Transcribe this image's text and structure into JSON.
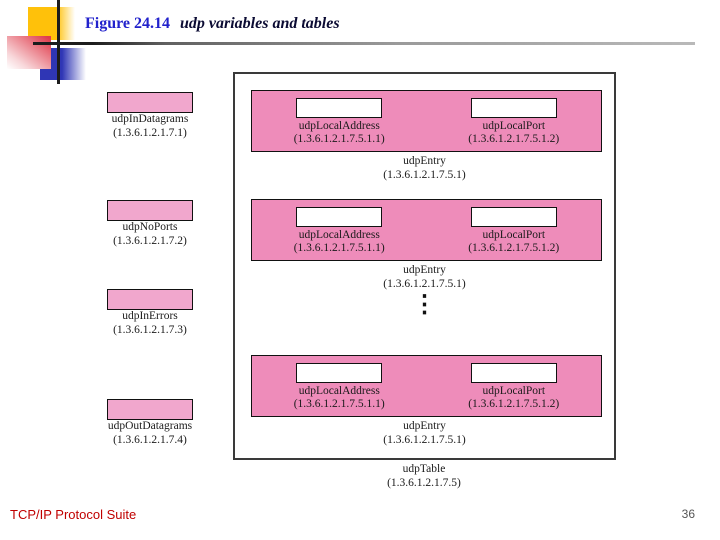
{
  "slide": {
    "figure_label": "Figure 24.14",
    "figure_title": "udp variables and tables",
    "footer": "TCP/IP Protocol Suite",
    "page_number": "36"
  },
  "variables": [
    {
      "name": "udpInDatagrams",
      "oid": "(1.3.6.1.2.1.7.1)"
    },
    {
      "name": "udpNoPorts",
      "oid": "(1.3.6.1.2.1.7.2)"
    },
    {
      "name": "udpInErrors",
      "oid": "(1.3.6.1.2.1.7.3)"
    },
    {
      "name": "udpOutDatagrams",
      "oid": "(1.3.6.1.2.1.7.4)"
    }
  ],
  "table": {
    "ellipsis": "⋮",
    "entries": [
      {
        "fields": [
          {
            "name": "udpLocalAddress",
            "oid": "(1.3.6.1.2.1.7.5.1.1)"
          },
          {
            "name": "udpLocalPort",
            "oid": "(1.3.6.1.2.1.7.5.1.2)"
          }
        ],
        "entry_name": "udpEntry",
        "entry_oid": "(1.3.6.1.2.1.7.5.1)"
      },
      {
        "fields": [
          {
            "name": "udpLocalAddress",
            "oid": "(1.3.6.1.2.1.7.5.1.1)"
          },
          {
            "name": "udpLocalPort",
            "oid": "(1.3.6.1.2.1.7.5.1.2)"
          }
        ],
        "entry_name": "udpEntry",
        "entry_oid": "(1.3.6.1.2.1.7.5.1)"
      },
      {
        "fields": [
          {
            "name": "udpLocalAddress",
            "oid": "(1.3.6.1.2.1.7.5.1.1)"
          },
          {
            "name": "udpLocalPort",
            "oid": "(1.3.6.1.2.1.7.5.1.2)"
          }
        ],
        "entry_name": "udpEntry",
        "entry_oid": "(1.3.6.1.2.1.7.5.1)"
      }
    ],
    "table_name": "udpTable",
    "table_oid": "(1.3.6.1.2.1.7.5)"
  },
  "colors": {
    "title_blue": "#2222cc",
    "row_pink": "#ee8cba",
    "varbox_pink": "#f1a7cd",
    "footer_red": "#c00000"
  }
}
